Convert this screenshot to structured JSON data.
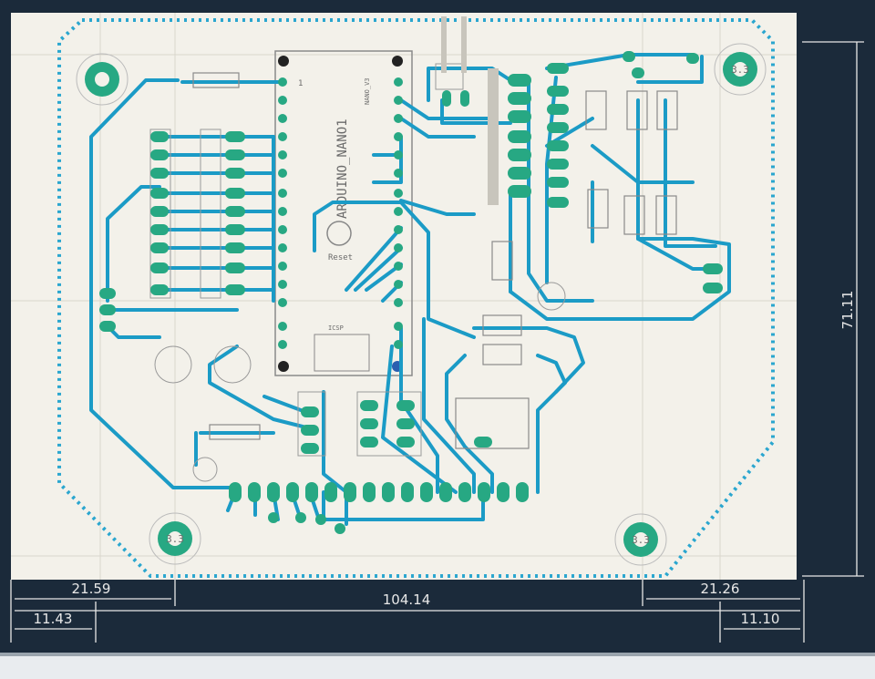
{
  "board": {
    "module_label": "ARDUINO_NANO1",
    "module_sub_label": "NANO_V3",
    "reset_label": "Reset",
    "pin1_label": "1",
    "icsp_label": "ICSP",
    "hole_label": "3.3"
  },
  "dimensions": {
    "height": "71.11",
    "left_outer": "21.59",
    "left_inner": "11.43",
    "bottom_span": "104.14",
    "right_outer": "21.26",
    "right_inner": "11.10"
  },
  "colors": {
    "board": "#f3f1ea",
    "trace": "#1b9bc6",
    "pad": "#27a883",
    "outline": "#2aa6cf",
    "frame": "#1b2a3a",
    "dimension": "#e8e8e8"
  }
}
